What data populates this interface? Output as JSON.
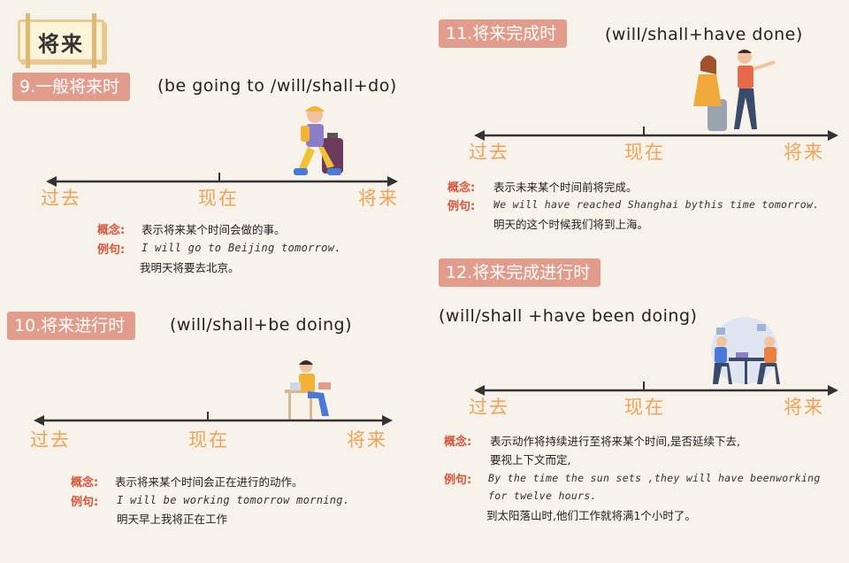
{
  "title": "将来",
  "labels": {
    "concept": "概念:",
    "example": "例句:"
  },
  "timeline": {
    "past": "过去",
    "now": "现在",
    "future": "将来"
  },
  "s9": {
    "tag": "9.一般将来时",
    "formula": "(be going to /will/shall+do)",
    "concept": "表示将来某个时间会做的事。",
    "example_en": "I will go to Beijing tomorrow.",
    "example_zh": "我明天将要去北京。"
  },
  "s10": {
    "tag": "10.将来进行时",
    "formula": "(will/shall+be doing)",
    "concept": "表示将来某个时间会正在进行的动作。",
    "example_en": "I will be working tomorrow morning.",
    "example_zh": "明天早上我将正在工作"
  },
  "s11": {
    "tag": "11.将来完成时",
    "formula": "(will/shall+have done)",
    "concept": "表示未来某个时间前将完成。",
    "example_en": "We will have reached Shanghai bythis time tomorrow.",
    "example_zh": "明天的这个时候我们将到上海。"
  },
  "s12": {
    "tag": "12.将来完成进行时",
    "formula": "(will/shall +have been doing)",
    "concept_1": "表示动作将持续进行至将来某个时间,是否延续下去,",
    "concept_2": "要视上下文而定,",
    "example_en_1": "By the time the sun sets ,they will have beenworking",
    "example_en_2": "for twelve hours.",
    "example_zh": "到太阳落山时,他们工作就将满1个小时了。"
  },
  "icons": [
    "traveler-with-suitcase-illustration",
    "person-reading-laptop-illustration",
    "couple-travel-illustration",
    "meeting-at-table-illustration"
  ]
}
